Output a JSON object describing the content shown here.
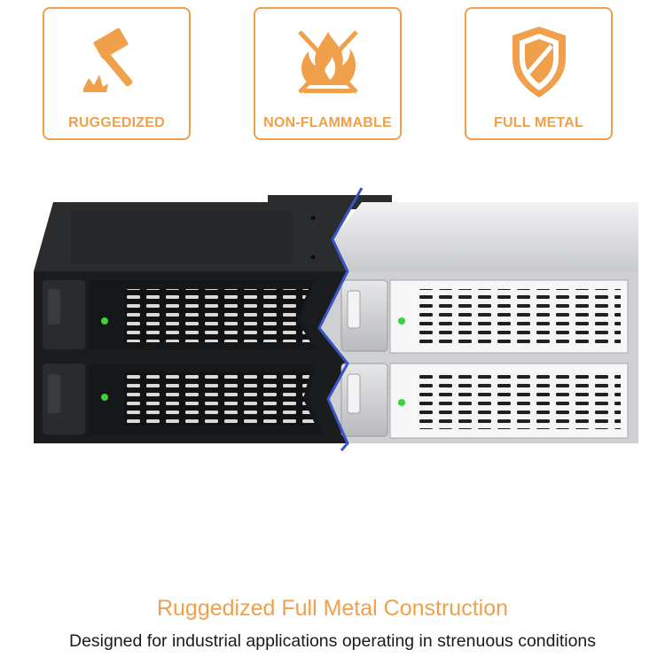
{
  "features": [
    {
      "label": "RUGGEDIZED",
      "icon": "hammer-icon"
    },
    {
      "label": "NON-FLAMMABLE",
      "icon": "no-fire-icon"
    },
    {
      "label": "FULL METAL",
      "icon": "shield-icon"
    }
  ],
  "headline": "Ruggedized Full Metal Construction",
  "subline": "Designed for industrial applications operating in strenuous  conditions",
  "colors": {
    "accent": "#f0a04b",
    "text": "#1a1a1a",
    "enclosure_dark": "#1e1f21",
    "enclosure_silver": "#d8d9dc",
    "led": "#3bd13b"
  }
}
